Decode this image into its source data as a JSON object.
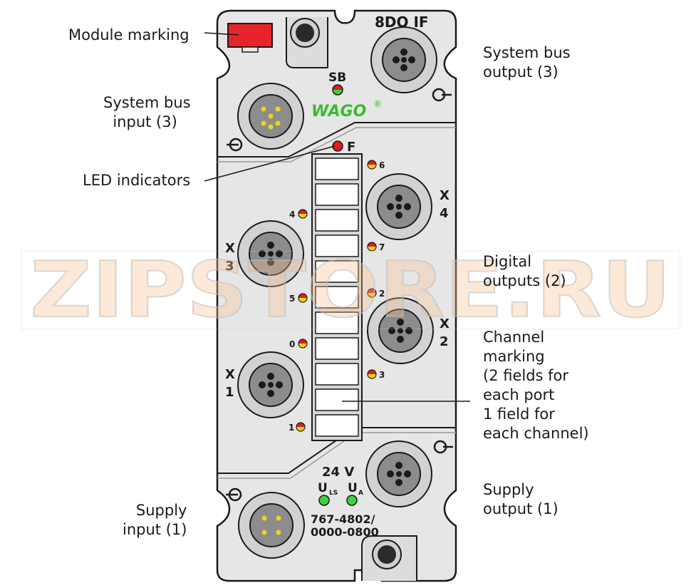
{
  "module": {
    "title": "8DO IF",
    "sb_label": "SB",
    "f_label": "F",
    "brand": "WAGO",
    "registered": "®",
    "port_x4": [
      "X",
      "4"
    ],
    "port_x3": [
      "X",
      "3"
    ],
    "port_x2": [
      "X",
      "2"
    ],
    "port_x1": [
      "X",
      "1"
    ],
    "channels": [
      "6",
      "4",
      "7",
      "5",
      "2",
      "0",
      "3",
      "1"
    ],
    "voltage": "24 V",
    "u_ls": "U",
    "u_ls_sub": "LS",
    "u_a": "U",
    "u_a_sub": "A",
    "part_line1": "767-4802/",
    "part_line2": "0000-0800"
  },
  "callouts": {
    "module_marking": "Module marking",
    "system_bus_input": "System bus\n  input (3)",
    "led_indicators": "LED indicators",
    "supply_input": "Supply\ninput (1)",
    "system_bus_output": "System bus\noutput (3)",
    "digital_outputs": "Digital\noutputs (2)",
    "channel_marking": "Channel\nmarking\n(2 fields for\neach port\n1 field for\neach channel)",
    "supply_output": "Supply\noutput (1)"
  },
  "watermark": "ZIPSTORE.RU",
  "colors": {
    "housing": "#e6e6e6",
    "outline": "#1a1a1a",
    "marker_red": "#e8242b",
    "led_red": "#e21b1b",
    "led_yellow": "#f2d21a",
    "led_green": "#3fd23f",
    "brand_green": "#3cba2f",
    "watermark_orange": "#f5c08c"
  }
}
